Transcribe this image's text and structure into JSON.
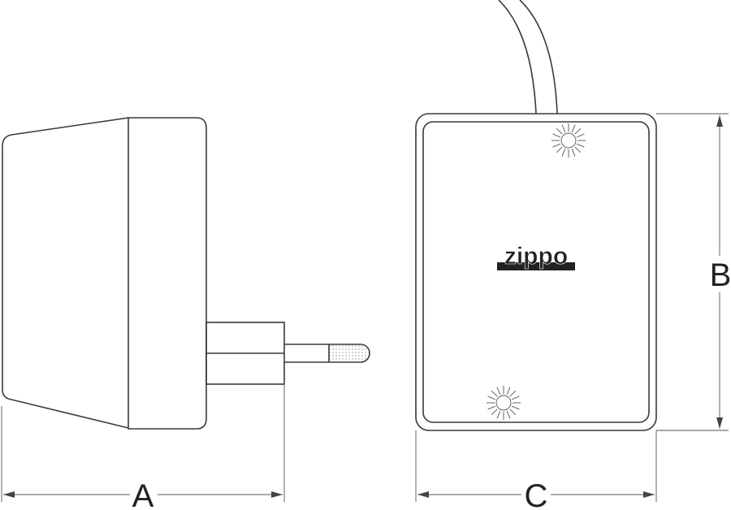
{
  "dimensions": {
    "a_label": "A",
    "b_label": "B",
    "c_label": "C"
  },
  "device": {
    "logo_text": "zippo"
  }
}
